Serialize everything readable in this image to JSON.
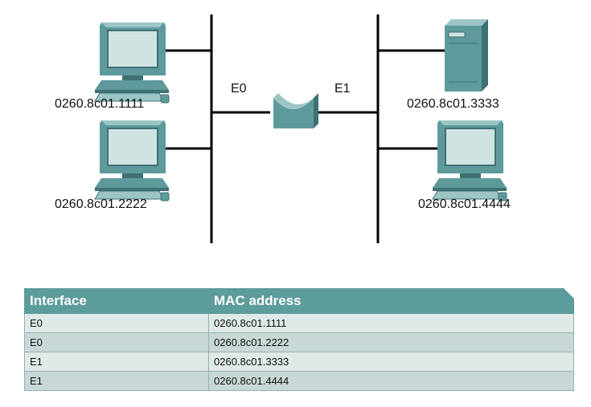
{
  "diagram": {
    "ports": {
      "left": "E0",
      "right": "E1"
    },
    "hosts": [
      {
        "mac": "0260.8c01.1111",
        "device": "workstation-icon"
      },
      {
        "mac": "0260.8c01.2222",
        "device": "workstation-icon"
      },
      {
        "mac": "0260.8c01.3333",
        "device": "server-icon"
      },
      {
        "mac": "0260.8c01.4444",
        "device": "workstation-icon"
      }
    ],
    "center_device": "bridge-icon",
    "colors": {
      "device_body": "#5e9a9c",
      "device_dark": "#3f7173",
      "device_light": "#9cc6c6",
      "screen": "#cfe3e2",
      "cable": "#000000"
    }
  },
  "table": {
    "headers": [
      "Interface",
      "MAC address"
    ],
    "rows": [
      [
        "E0",
        "0260.8c01.1111"
      ],
      [
        "E0",
        "0260.8c01.2222"
      ],
      [
        "E1",
        "0260.8c01.3333"
      ],
      [
        "E1",
        "0260.8c01.4444"
      ]
    ],
    "colors": {
      "header": "#5c9c9a",
      "row_light": "#dfe9e8",
      "row_dark": "#c8d8d7"
    }
  }
}
